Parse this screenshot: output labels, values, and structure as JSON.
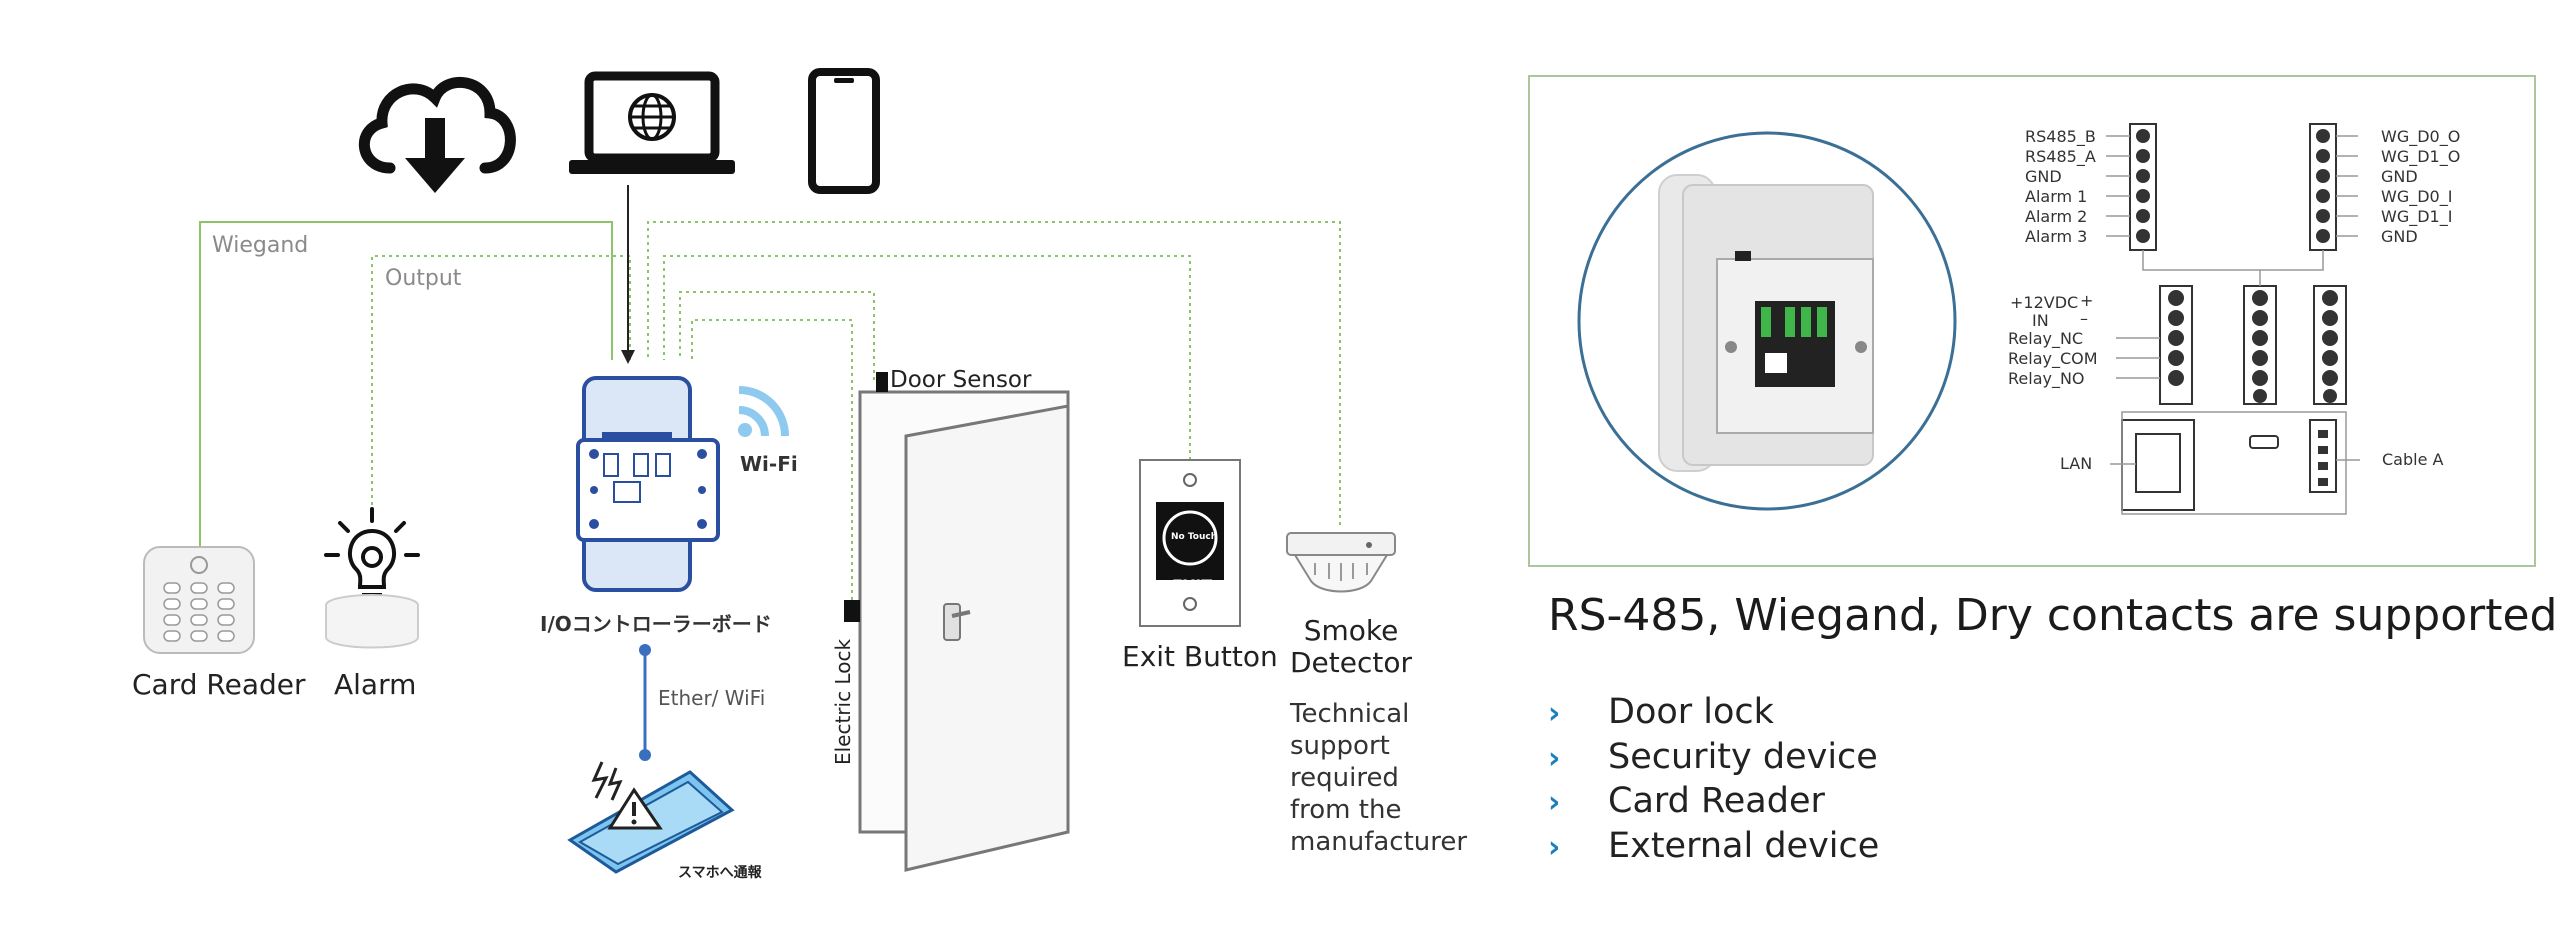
{
  "top_icons": [
    "cloud-download-icon",
    "laptop-globe-icon",
    "smartphone-icon"
  ],
  "wires": {
    "wiegand": "Wiegand",
    "output": "Output",
    "ether_wifi": "Ether/ WiFi",
    "wifi": "Wi-Fi"
  },
  "devices": {
    "card_reader": "Card Reader",
    "alarm": "Alarm",
    "controller": "I/Oコントローラーボード",
    "door_sensor": "Door Sensor",
    "electric_lock": "Electric Lock",
    "exit_button": "Exit Button",
    "exit_plate_top": "No Touch",
    "exit_plate_bottom": "EXIT",
    "smoke_detector": "Smoke\nDetector",
    "phone_notify": "スマホへ通報",
    "smoke_note": "Technical\nsupport\nrequired\nfrom the\nmanufacturer"
  },
  "pinout": {
    "left_top": [
      "RS485_B",
      "RS485_A",
      "GND",
      "Alarm 1",
      "Alarm 2",
      "Alarm 3"
    ],
    "right_top": [
      "WG_D0_O",
      "WG_D1_O",
      "GND",
      "WG_D0_I",
      "WG_D1_I",
      "GND"
    ],
    "power_plus": "+12VDC",
    "power_in": "IN",
    "relay": [
      "Relay_NC",
      "Relay_COM",
      "Relay_NO"
    ],
    "lan": "LAN",
    "cable_a": "Cable A"
  },
  "headline": "RS-485, Wiegand, Dry contacts are supported",
  "features": [
    "Door lock",
    "Security device",
    "Card Reader",
    "External device"
  ],
  "colors": {
    "wire_green": "#8cc46a",
    "accent_blue": "#1a7fc0",
    "controller_blue": "#2b4fa0",
    "panel_border": "#a9c79a"
  }
}
